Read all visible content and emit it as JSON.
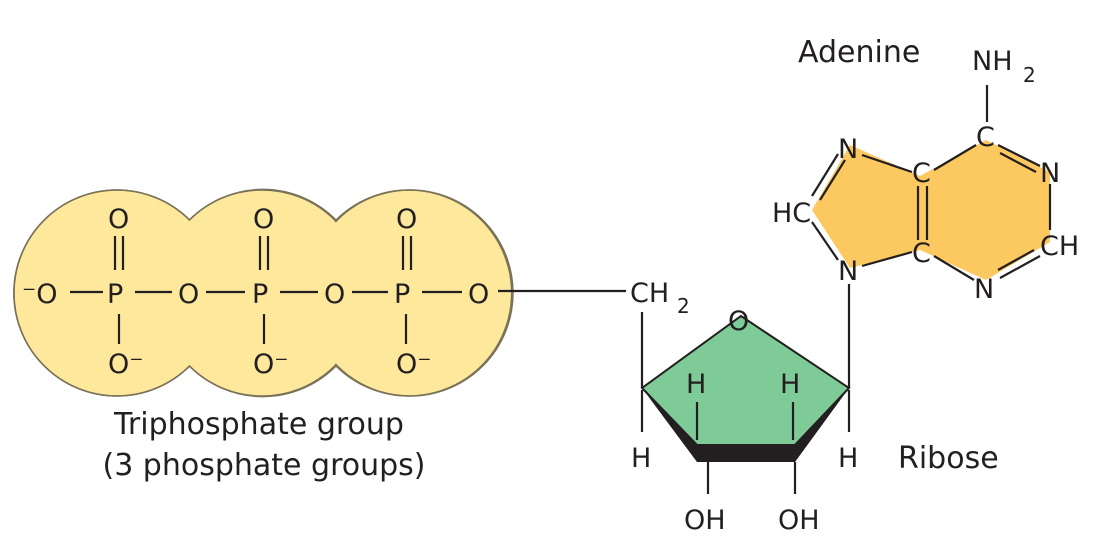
{
  "colors": {
    "phosphate_fill": "#fde89c",
    "phosphate_stroke": "#7a7258",
    "adenine_fill": "#fcc860",
    "ribose_fill": "#7ecb97",
    "ink": "#231f20"
  },
  "labels": {
    "adenine": "Adenine",
    "ribose": "Ribose",
    "triphosphate_line1": "Triphosphate group",
    "triphosphate_line2": "(3 phosphate groups)"
  },
  "atoms": {
    "o_minus_left": "⁻O",
    "p": "P",
    "o": "O",
    "o_minus": "O⁻",
    "c": "C",
    "ch": "CH",
    "ch2_sub": "2",
    "nh": "NH",
    "nh2_sub": "2",
    "h": "H",
    "oh": "OH",
    "n": "N",
    "hc": "HC",
    "ch_right": "CH"
  }
}
